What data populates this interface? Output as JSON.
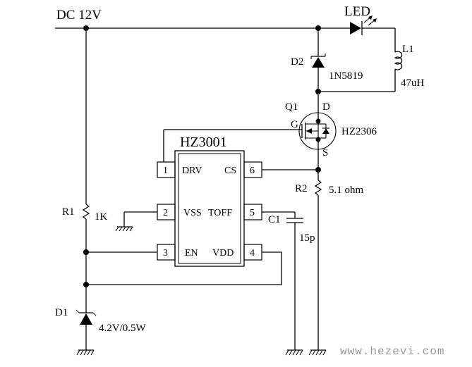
{
  "supply": {
    "label": "DC 12V"
  },
  "chip": {
    "name": "HZ3001",
    "pins": [
      {
        "number": "1",
        "name": "DRV"
      },
      {
        "number": "2",
        "name": "VSS"
      },
      {
        "number": "3",
        "name": "EN"
      },
      {
        "number": "4",
        "name": "VDD"
      },
      {
        "number": "5",
        "name": "TOFF"
      },
      {
        "number": "6",
        "name": "CS"
      }
    ]
  },
  "components": {
    "led": {
      "label": "LED"
    },
    "l1": {
      "ref": "L1",
      "value": "47uH"
    },
    "d2": {
      "ref": "D2",
      "value": "1N5819"
    },
    "q1": {
      "ref": "Q1",
      "value": "HZ2306",
      "gate": "G",
      "drain": "D",
      "source": "S"
    },
    "r2": {
      "ref": "R2",
      "value": "5.1 ohm"
    },
    "r1": {
      "ref": "R1",
      "value": "1K"
    },
    "c1": {
      "ref": "C1",
      "value": "15p"
    },
    "d1": {
      "ref": "D1",
      "value": "4.2V/0.5W"
    }
  },
  "watermark": "www.hezevi.com"
}
